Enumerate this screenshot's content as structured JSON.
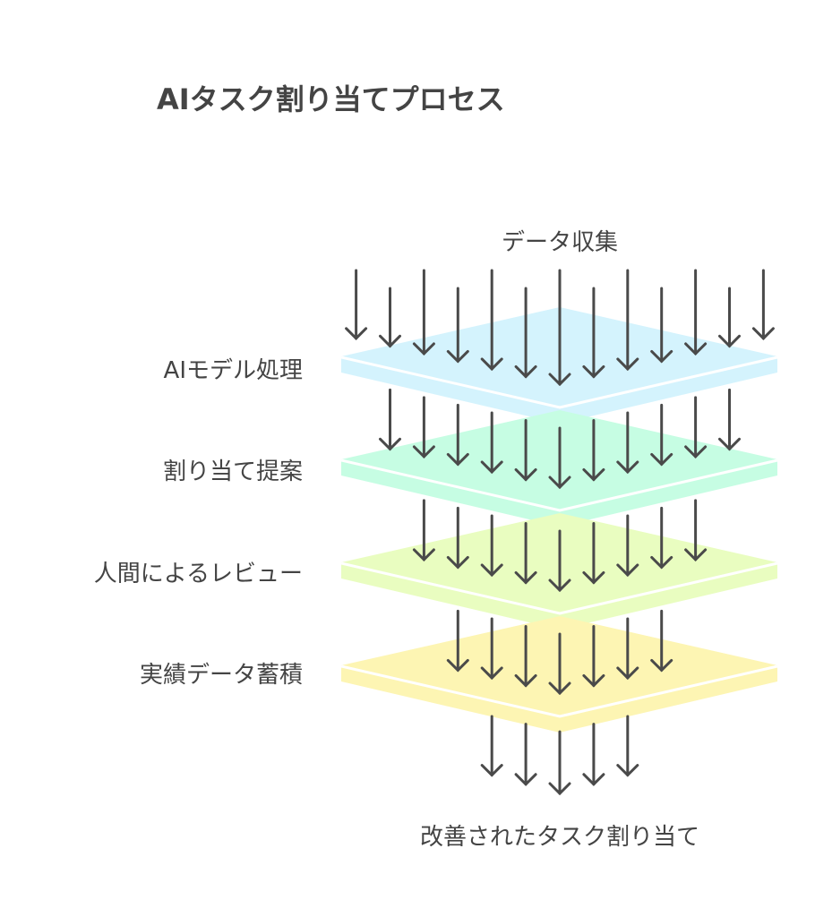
{
  "title": "AIタスク割り当てプロセス",
  "top_label": "データ収集",
  "bottom_label": "改善されたタスク割り当て",
  "layers": [
    {
      "label": "AIモデル処理",
      "color": "#d4f3fd"
    },
    {
      "label": "割り当て提案",
      "color": "#c6fde3"
    },
    {
      "label": "人間によるレビュー",
      "color": "#e9fdc0"
    },
    {
      "label": "実績データ蓄積",
      "color": "#fdf5b3"
    }
  ],
  "arrow_color": "#4a4a4a"
}
